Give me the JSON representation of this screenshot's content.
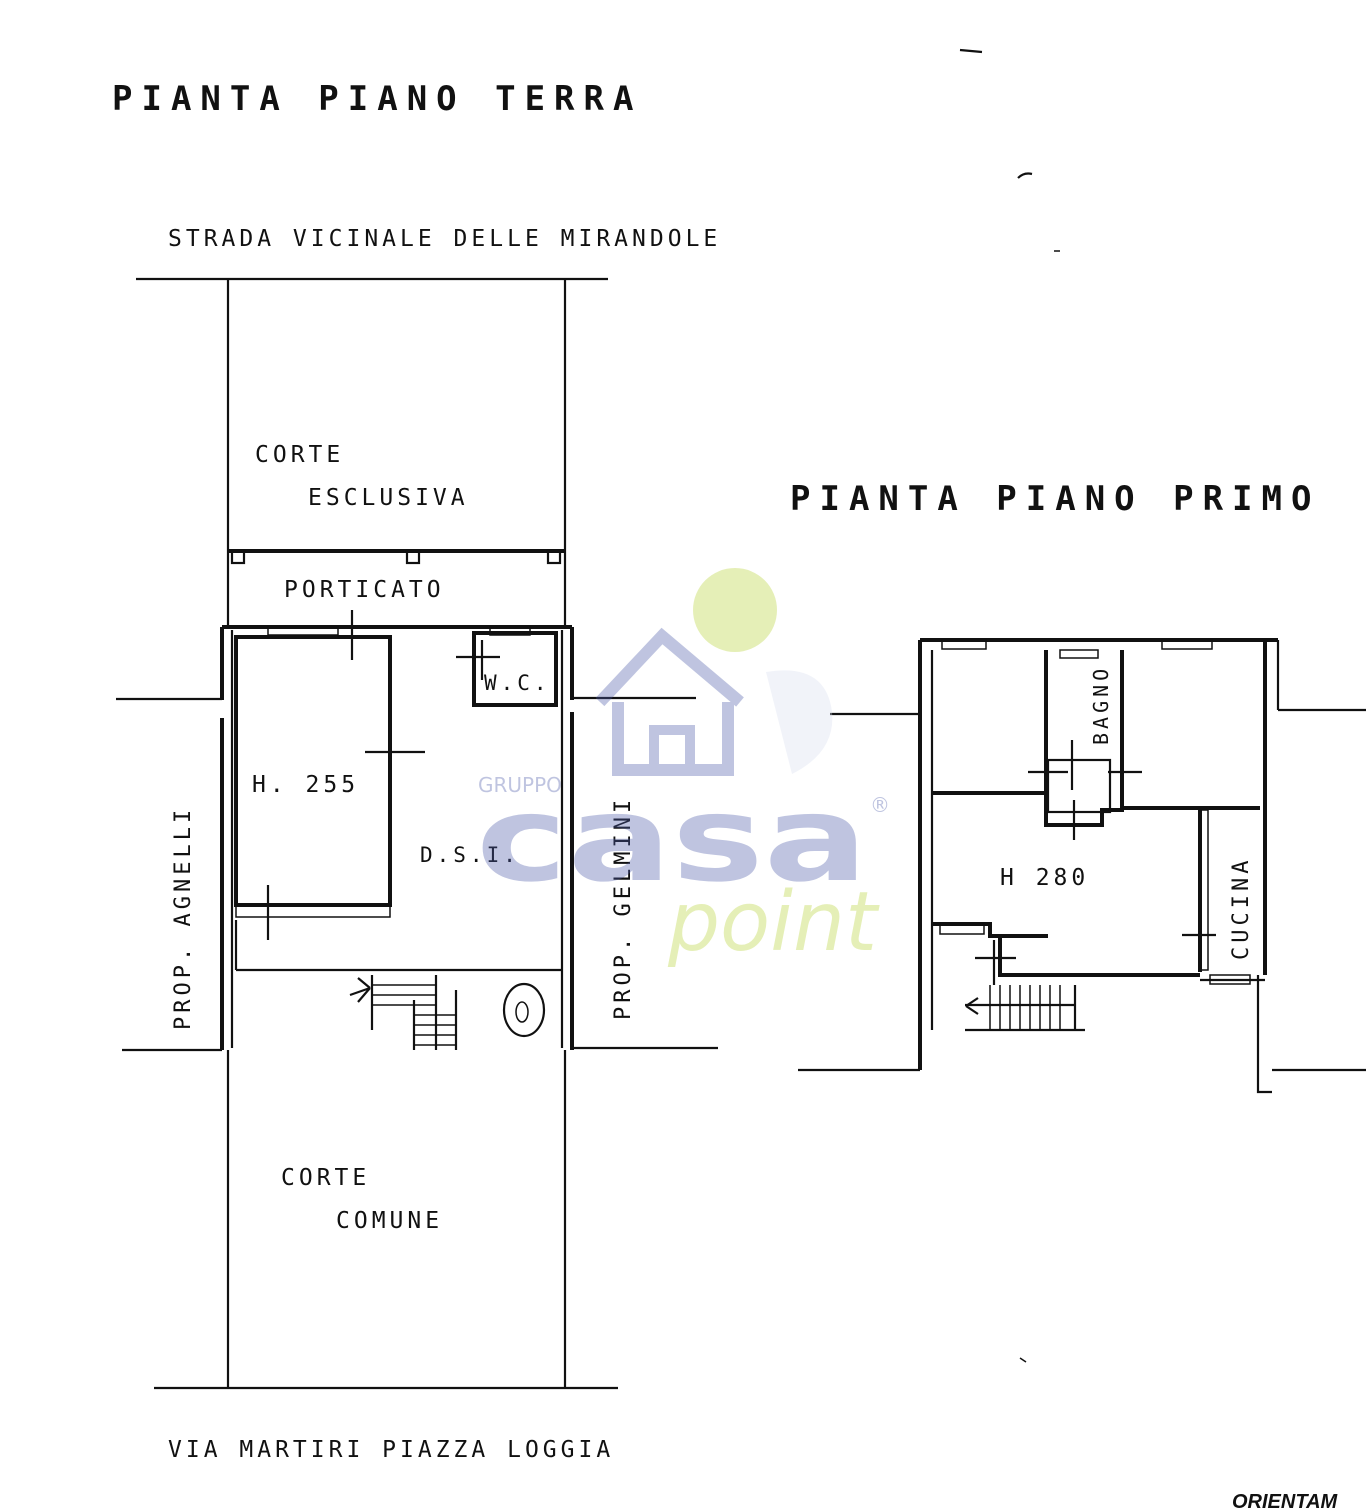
{
  "ground_floor": {
    "title": "PIANTA PIANO TERRA",
    "road_top": "STRADA VICINALE DELLE MIRANDOLE",
    "road_bottom": "VIA MARTIRI PIAZZA LOGGIA",
    "court_exclusive_1": "CORTE",
    "court_exclusive_2": "ESCLUSIVA",
    "portico": "PORTICATO",
    "wc": "W.C.",
    "height": "H. 255",
    "storage": "D.S.I.",
    "neighbor_left": "PROP. AGNELLI",
    "neighbor_right": "PROP. GELMINI",
    "court_common_1": "CORTE",
    "court_common_2": "COMUNE"
  },
  "first_floor": {
    "title": "PIANTA PIANO PRIMO",
    "bath": "BAGNO",
    "height": "H 280",
    "kitchen": "CUCINA"
  },
  "orientation_label": "ORIENTAM",
  "watermark": {
    "group": "GRUPPO",
    "brand": "casa",
    "sub": "point",
    "reg": "®",
    "color_blue": "#4a5aa8",
    "color_green": "#b7d334"
  }
}
